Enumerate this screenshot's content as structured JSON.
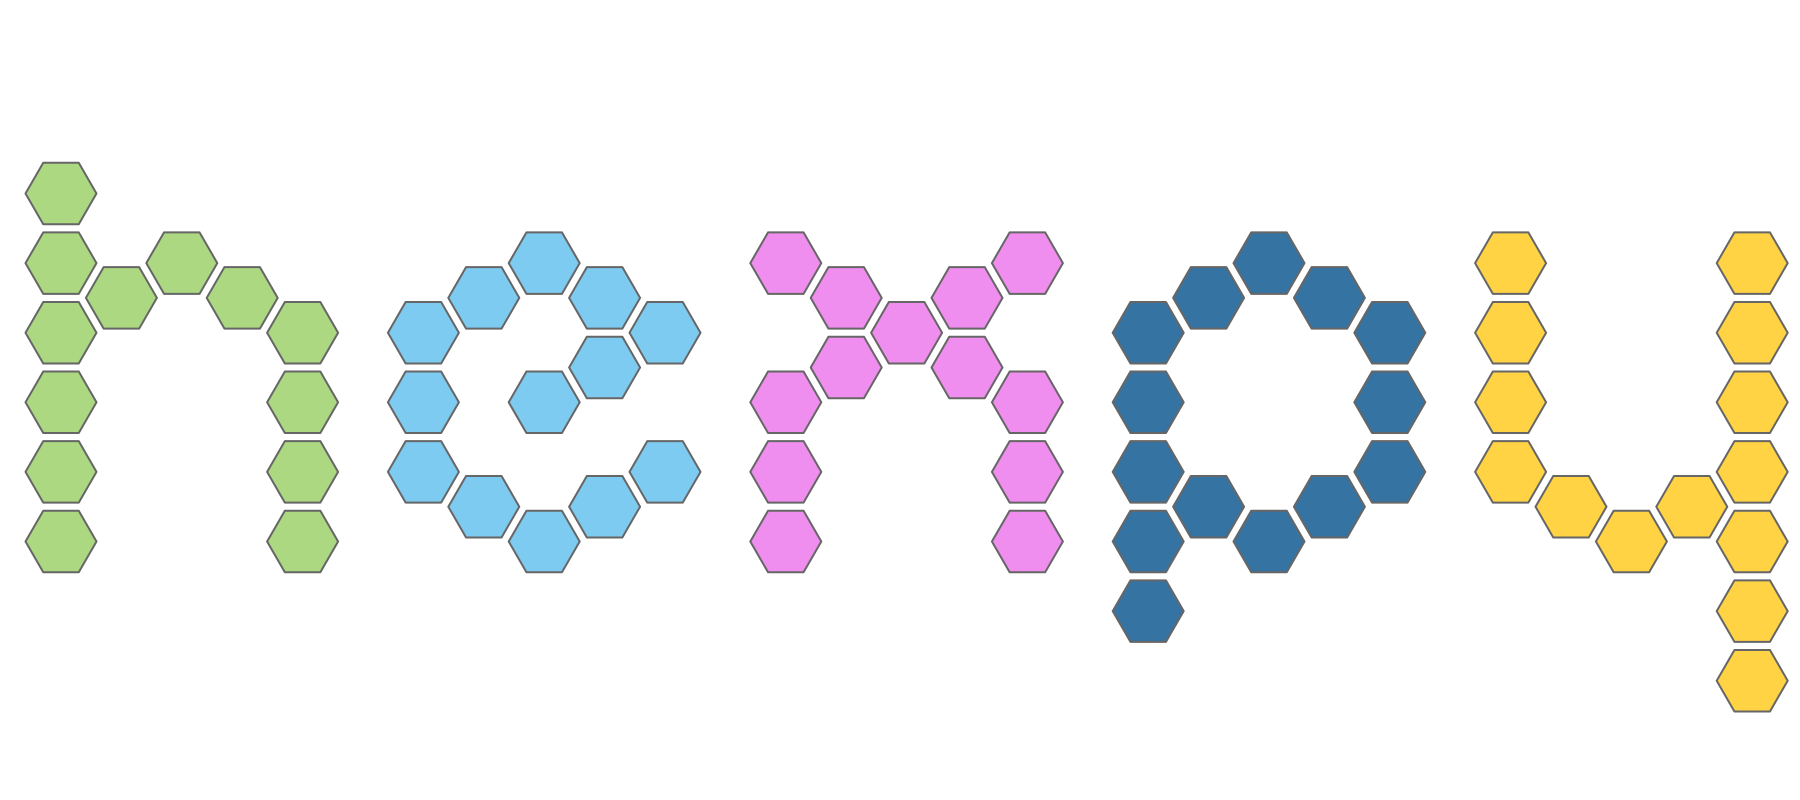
{
  "stroke_color": "#666666",
  "background_color": "#ffffff",
  "letters": [
    {
      "char": "h",
      "color": "#ABD880",
      "cells": [
        [
          0,
          0
        ],
        [
          0,
          1
        ],
        [
          0,
          2
        ],
        [
          0,
          3
        ],
        [
          0,
          4
        ],
        [
          0,
          5
        ],
        [
          1,
          1.5
        ],
        [
          2,
          1
        ],
        [
          3,
          1.5
        ],
        [
          4,
          2
        ],
        [
          4,
          3
        ],
        [
          4,
          4
        ],
        [
          4,
          5
        ]
      ]
    },
    {
      "char": "e",
      "color": "#7ECBF1",
      "cells": [
        [
          6,
          2
        ],
        [
          7,
          1.5
        ],
        [
          8,
          1
        ],
        [
          9,
          1.5
        ],
        [
          10,
          2
        ],
        [
          9,
          2.5
        ],
        [
          8,
          3
        ],
        [
          6,
          3
        ],
        [
          6,
          4
        ],
        [
          7,
          4.5
        ],
        [
          8,
          5
        ],
        [
          9,
          4.5
        ],
        [
          10,
          4
        ]
      ]
    },
    {
      "char": "x",
      "color": "#F08EEF",
      "cells": [
        [
          12,
          1
        ],
        [
          13,
          1.5
        ],
        [
          14,
          2
        ],
        [
          15,
          1.5
        ],
        [
          16,
          1
        ],
        [
          13,
          2.5
        ],
        [
          15,
          2.5
        ],
        [
          12,
          3
        ],
        [
          16,
          3
        ],
        [
          12,
          4
        ],
        [
          16,
          4
        ],
        [
          12,
          5
        ],
        [
          16,
          5
        ]
      ]
    },
    {
      "char": "p",
      "color": "#3573A3",
      "cells": [
        [
          18,
          2
        ],
        [
          19,
          1.5
        ],
        [
          20,
          1
        ],
        [
          21,
          1.5
        ],
        [
          22,
          2
        ],
        [
          18,
          3
        ],
        [
          22,
          3
        ],
        [
          18,
          4
        ],
        [
          22,
          4
        ],
        [
          19,
          4.5
        ],
        [
          20,
          5
        ],
        [
          21,
          4.5
        ],
        [
          18,
          5
        ],
        [
          18,
          6
        ]
      ]
    },
    {
      "char": "y",
      "color": "#FFD344",
      "cells": [
        [
          24,
          1
        ],
        [
          24,
          2
        ],
        [
          24,
          3
        ],
        [
          24,
          4
        ],
        [
          25,
          4.5
        ],
        [
          26,
          5
        ],
        [
          27,
          4.5
        ],
        [
          28,
          1
        ],
        [
          28,
          2
        ],
        [
          28,
          3
        ],
        [
          28,
          4
        ],
        [
          28,
          5
        ],
        [
          28,
          6
        ],
        [
          28,
          7
        ]
      ]
    }
  ]
}
